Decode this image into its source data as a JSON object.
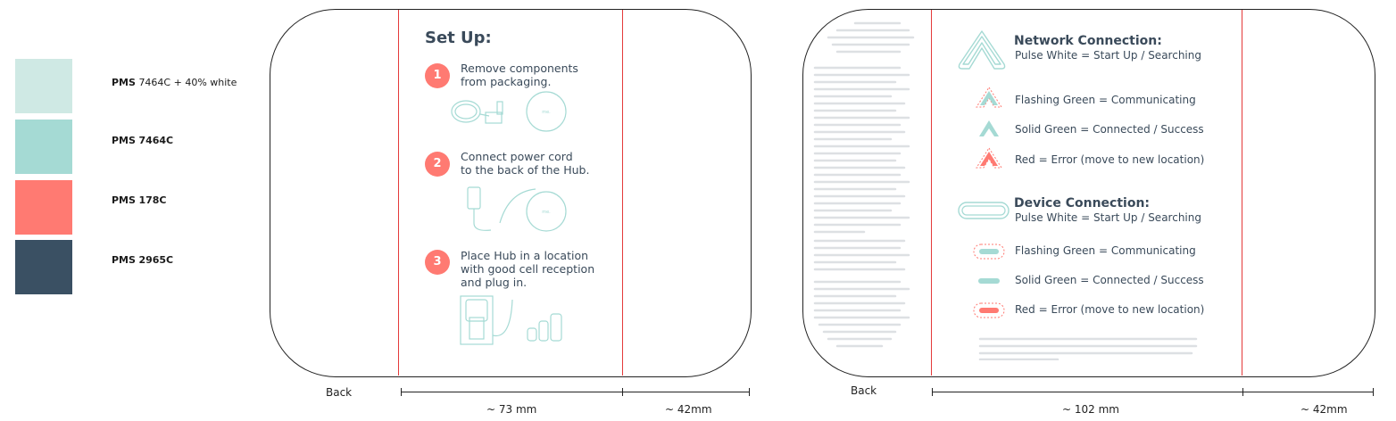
{
  "swatches": [
    {
      "code": "PMS",
      "name": "7464C + 40% white",
      "color": "#cfe9e4"
    },
    {
      "code": "PMS",
      "name": "7464C",
      "color": "#a5dad4"
    },
    {
      "code": "PMS",
      "name": "178C",
      "color": "#ff7a72"
    },
    {
      "code": "PMS",
      "name": "2965C",
      "color": "#3a5063"
    }
  ],
  "left_card": {
    "back_label": "Back",
    "title": "Set Up:",
    "steps": [
      {
        "number": "1",
        "line1": "Remove components",
        "line2": "from packaging.",
        "line3": ""
      },
      {
        "number": "2",
        "line1": "Connect power cord",
        "line2": "to the back of the Hub.",
        "line3": ""
      },
      {
        "number": "3",
        "line1": "Place Hub in a location",
        "line2": "with good cell reception",
        "line3": "and plug in."
      }
    ],
    "dim_main": "~ 73 mm",
    "dim_flap": "~ 42mm"
  },
  "right_card": {
    "back_label": "Back",
    "network": {
      "title": "Network Connection:",
      "pulse": "Pulse White = Start Up / Searching",
      "flashing": "Flashing Green = Communicating",
      "solid": "Solid Green = Connected / Success",
      "red": "Red = Error (move to new location)"
    },
    "device": {
      "title": "Device Connection:",
      "pulse": "Pulse White = Start Up / Searching",
      "flashing": "Flashing Green = Communicating",
      "solid": "Solid Green = Connected / Success",
      "red": "Red = Error (move to new location)"
    },
    "dim_main": "~ 102 mm",
    "dim_flap": "~ 42mm"
  },
  "colors": {
    "coral": "#ff7a72",
    "teal": "#a5dad4",
    "navy": "#3a5063",
    "fold_line": "#e43a3a"
  },
  "icons": [
    "hub-cable-icon",
    "hub-device-icon",
    "power-adapter-icon",
    "wall-outlet-icon",
    "signal-bars-icon",
    "network-led-icon",
    "device-led-icon"
  ]
}
